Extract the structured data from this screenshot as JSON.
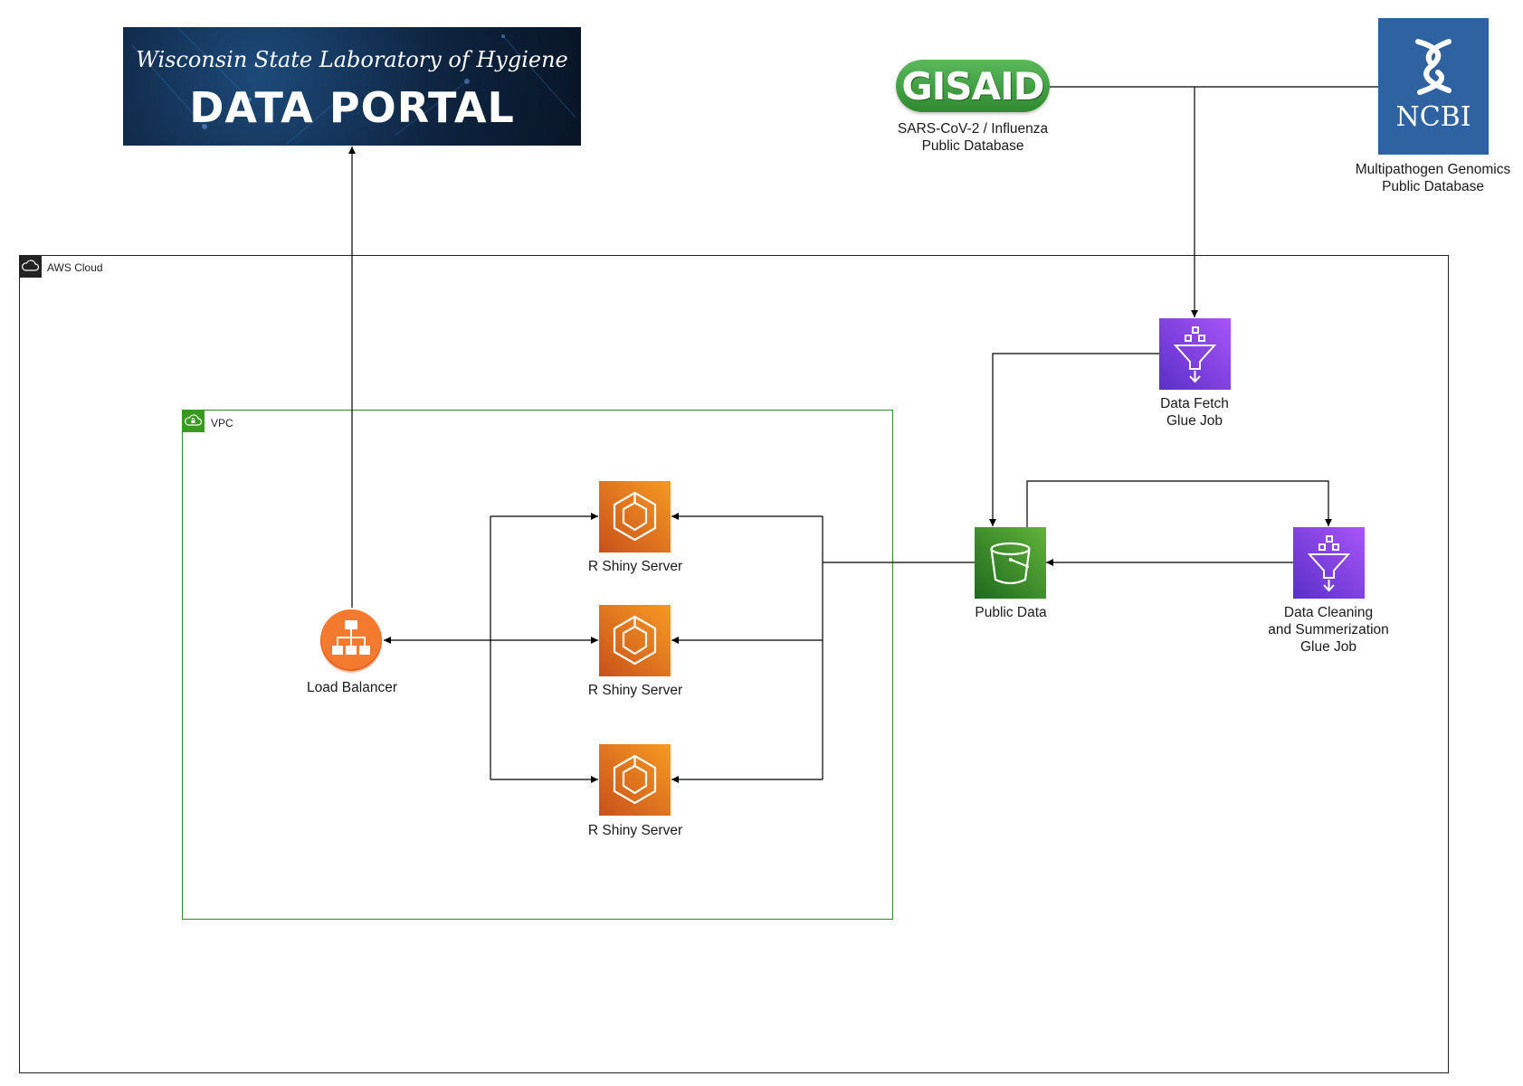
{
  "colors": {
    "portal_bg": "#0e2440",
    "aws_border": "#222222",
    "vpc_border": "#2e8b22",
    "vpc_badge": "#3a9a1f",
    "glue": "#8a3ffc",
    "ecs": "#e8731c",
    "s3": "#3b8f24",
    "elb": "#f06a25",
    "ncbi": "#2f62a0",
    "gisaid_green": "#3d9a3d"
  },
  "portal": {
    "line1": "Wisconsin State Laboratory of Hygiene",
    "line2": "DATA PORTAL"
  },
  "gisaid": {
    "logo_text": "GISAID",
    "caption_line1": "SARS-CoV-2 / Influenza",
    "caption_line2": "Public Database"
  },
  "ncbi": {
    "logo_text": "NCBI",
    "caption_line1": "Multipathogen Genomics",
    "caption_line2": "Public Database"
  },
  "aws_cloud": {
    "label": "AWS Cloud"
  },
  "vpc": {
    "label": "VPC"
  },
  "nodes": {
    "load_balancer": {
      "label": "Load Balancer",
      "icon": "load-balancer-icon"
    },
    "shiny_servers": [
      {
        "label": "R Shiny Server",
        "icon": "ecs-icon"
      },
      {
        "label": "R Shiny Server",
        "icon": "ecs-icon"
      },
      {
        "label": "R Shiny Server",
        "icon": "ecs-icon"
      }
    ],
    "public_data": {
      "label": "Public Data",
      "icon": "s3-bucket-icon"
    },
    "fetch_job": {
      "line1": "Data Fetch",
      "line2": "Glue Job",
      "icon": "glue-icon"
    },
    "cleaning_job": {
      "line1": "Data Cleaning",
      "line2": "and Summerization",
      "line3": "Glue Job",
      "icon": "glue-icon"
    }
  }
}
